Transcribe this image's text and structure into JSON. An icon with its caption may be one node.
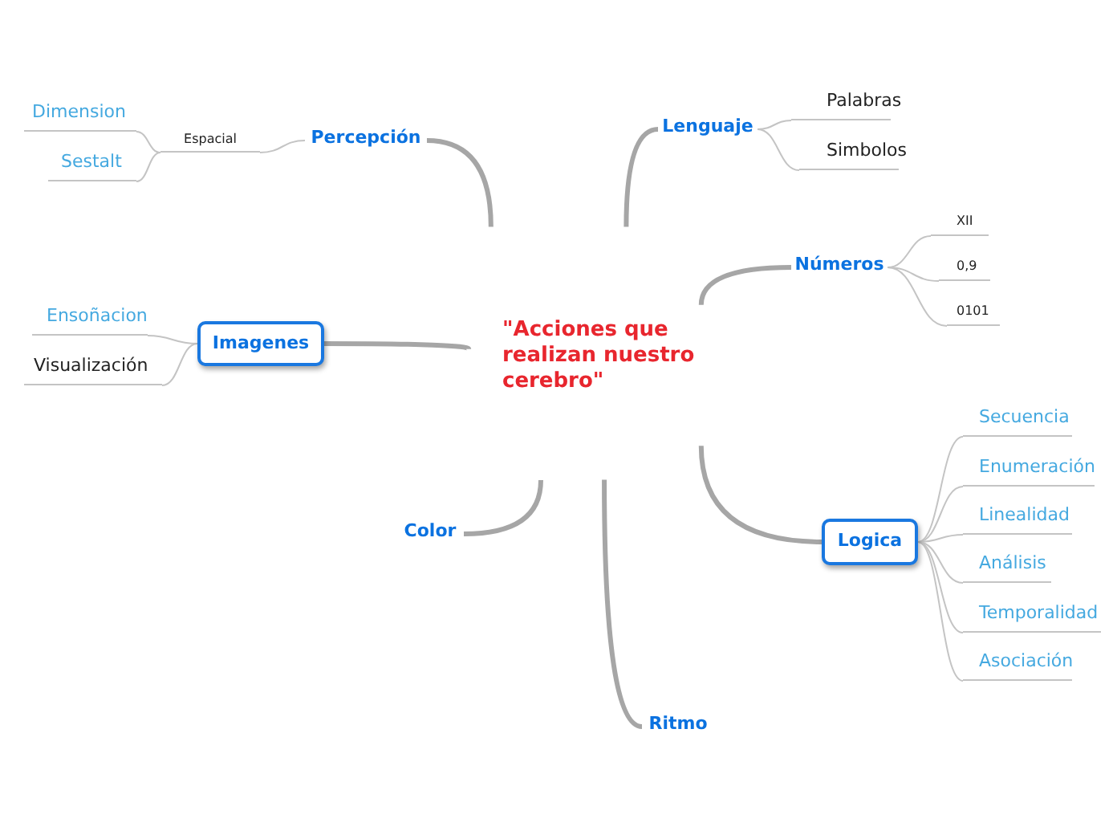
{
  "diagram": {
    "nodes": [
      {
        "text": [
          "\"Acciones que realizan nuestro cerebro\""
        ]
      },
      {
        "text": [
          "Percepción"
        ]
      },
      {
        "text": [
          "Espacial"
        ]
      },
      {
        "text": [
          "Dimension"
        ]
      },
      {
        "text": [
          "Sestalt"
        ]
      },
      {
        "text": [
          "Lenguaje"
        ]
      },
      {
        "text": [
          "Palabras"
        ]
      },
      {
        "text": [
          "Simbolos"
        ]
      },
      {
        "text": [
          "Números"
        ]
      },
      {
        "text": [
          "XII"
        ]
      },
      {
        "text": [
          "0,9"
        ]
      },
      {
        "text": [
          "0101"
        ]
      },
      {
        "text": [
          "Imagenes"
        ]
      },
      {
        "text": [
          "Ensoñacion"
        ]
      },
      {
        "text": [
          "Visualización"
        ]
      },
      {
        "text": [
          "Color"
        ]
      },
      {
        "text": [
          "Ritmo"
        ]
      },
      {
        "text": [
          "Logica"
        ]
      },
      {
        "text": [
          "Secuencia"
        ]
      },
      {
        "text": [
          "Enumeración"
        ]
      },
      {
        "text": [
          "Linealidad"
        ]
      },
      {
        "text": [
          "Análisis"
        ]
      },
      {
        "text": [
          "Temporalidad"
        ]
      },
      {
        "text": [
          "Asociación"
        ]
      }
    ],
    "edges": [
      {
        "from": 0,
        "to": 1,
        "arrow": "none",
        "style": "thick"
      },
      {
        "from": 0,
        "to": 5,
        "arrow": "none",
        "style": "thick"
      },
      {
        "from": 0,
        "to": 8,
        "arrow": "none",
        "style": "thick"
      },
      {
        "from": 0,
        "to": 12,
        "arrow": "none",
        "style": "thick"
      },
      {
        "from": 0,
        "to": 15,
        "arrow": "none",
        "style": "thick"
      },
      {
        "from": 0,
        "to": 16,
        "arrow": "none",
        "style": "thick"
      },
      {
        "from": 0,
        "to": 17,
        "arrow": "none",
        "style": "thick"
      },
      {
        "from": 1,
        "to": 2,
        "arrow": "none"
      },
      {
        "from": 2,
        "to": 3,
        "arrow": "none"
      },
      {
        "from": 2,
        "to": 4,
        "arrow": "none"
      },
      {
        "from": 5,
        "to": 6,
        "arrow": "none"
      },
      {
        "from": 5,
        "to": 7,
        "arrow": "none"
      },
      {
        "from": 8,
        "to": 9,
        "arrow": "none"
      },
      {
        "from": 8,
        "to": 10,
        "arrow": "none"
      },
      {
        "from": 8,
        "to": 11,
        "arrow": "none"
      },
      {
        "from": 12,
        "to": 13,
        "arrow": "none"
      },
      {
        "from": 12,
        "to": 14,
        "arrow": "none"
      },
      {
        "from": 17,
        "to": 18,
        "arrow": "none"
      },
      {
        "from": 17,
        "to": 19,
        "arrow": "none"
      },
      {
        "from": 17,
        "to": 20,
        "arrow": "none"
      },
      {
        "from": 17,
        "to": 21,
        "arrow": "none"
      },
      {
        "from": 17,
        "to": 22,
        "arrow": "none"
      },
      {
        "from": 17,
        "to": 23,
        "arrow": "none"
      }
    ]
  }
}
